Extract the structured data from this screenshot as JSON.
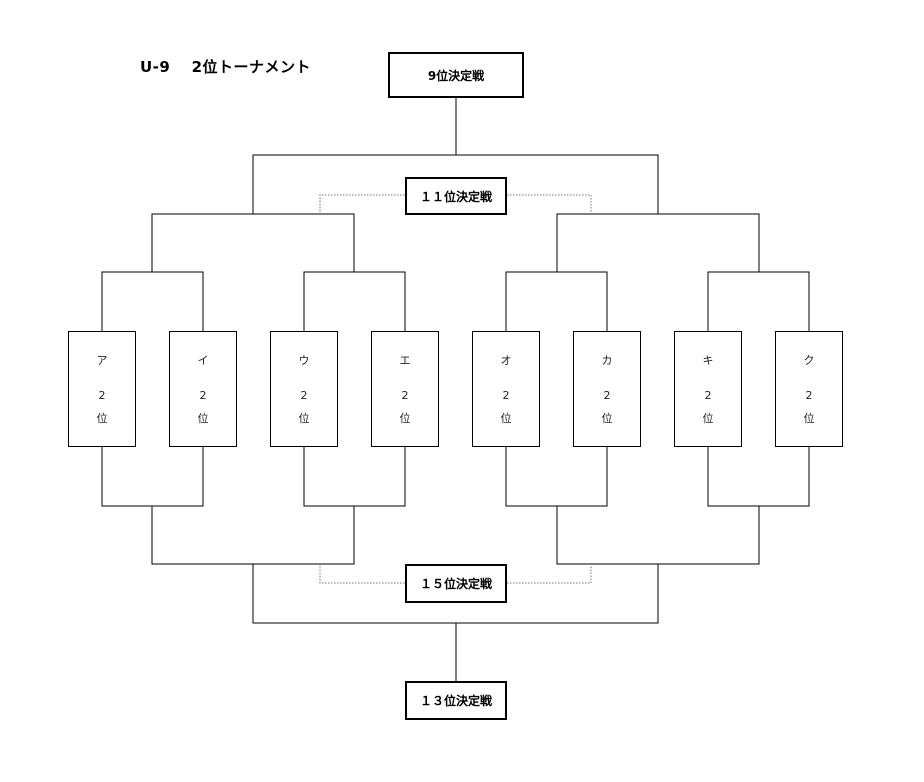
{
  "title": "U-9　 2位トーナメント",
  "matches": {
    "ninth_place": "9位決定戦",
    "eleventh_place": "１１位決定戦",
    "fifteenth_place": "１５位決定戦",
    "thirteenth_place": "１３位決定戦"
  },
  "teams": [
    {
      "name": "ア",
      "rank": "2",
      "unit": "位"
    },
    {
      "name": "イ",
      "rank": "2",
      "unit": "位"
    },
    {
      "name": "ウ",
      "rank": "2",
      "unit": "位"
    },
    {
      "name": "エ",
      "rank": "2",
      "unit": "位"
    },
    {
      "name": "オ",
      "rank": "2",
      "unit": "位"
    },
    {
      "name": "カ",
      "rank": "2",
      "unit": "位"
    },
    {
      "name": "キ",
      "rank": "2",
      "unit": "位"
    },
    {
      "name": "ク",
      "rank": "2",
      "unit": "位"
    }
  ],
  "colors": {
    "line": "#000000",
    "dotted_line": "#777777"
  }
}
